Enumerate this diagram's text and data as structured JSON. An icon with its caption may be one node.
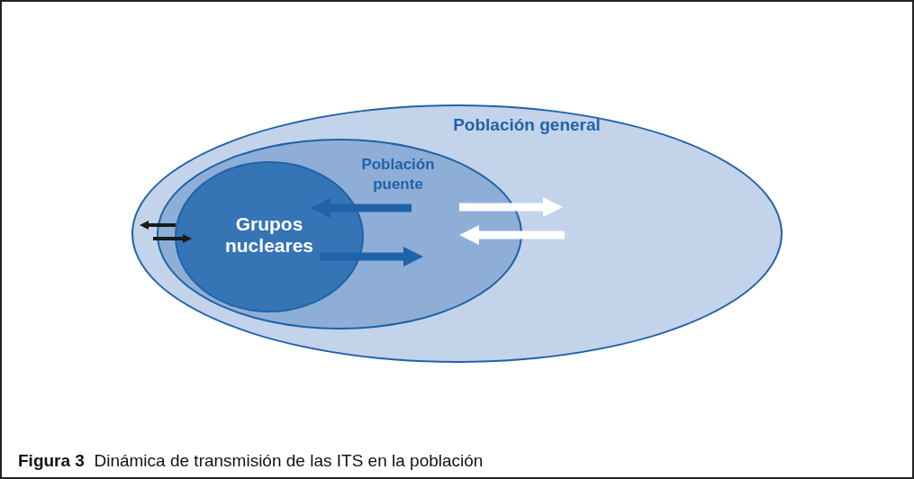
{
  "diagram": {
    "caption": "**Figura 3**  Dinámica de transmisión de las ITS en la población",
    "nodes": [
      {
        "text": [
          "Población general"
        ]
      },
      {
        "text": [
          "Población puente"
        ],
        "in": 0
      },
      {
        "text": [
          "Grupos nucleares"
        ],
        "in": 1
      }
    ]
  }
}
